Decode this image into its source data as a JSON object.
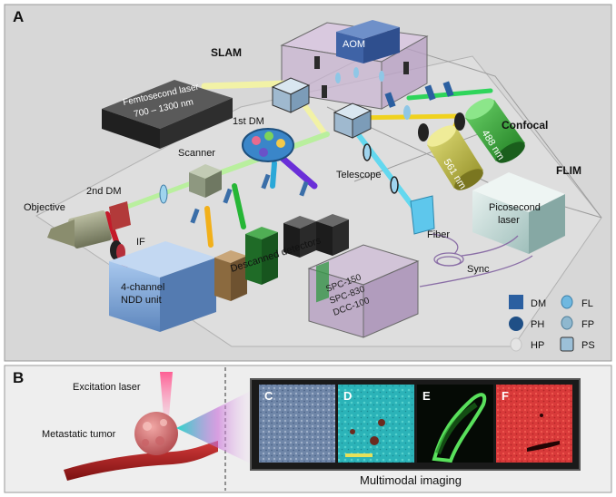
{
  "panel_a": {
    "letter": "A",
    "section_labels": {
      "slam": "SLAM",
      "confocal": "Confocal",
      "flim": "FLIM"
    },
    "components": {
      "aom": "AOM",
      "femto_line1": "Femtosecond laser",
      "femto_line2": "700 – 1300 nm",
      "first_dm": "1st DM",
      "scanner": "Scanner",
      "objective": "Objective",
      "second_dm": "2nd DM",
      "if_label": "IF",
      "ndd_line1": "4-channel",
      "ndd_line2": "NDD unit",
      "descanned": "Descanned detectors",
      "telescope": "Telescope",
      "laser_561": "561 nm",
      "laser_488": "488 nm",
      "pico_line1": "Picosecond",
      "pico_line2": "laser",
      "fiber": "Fiber",
      "sync": "Sync",
      "spc150": "SPC-150",
      "spc830": "SPC-830",
      "dcc100": "DCC-100"
    },
    "legend": [
      {
        "key": "dm",
        "label": "DM",
        "icon": "square-icon",
        "color": "#2b5fa0"
      },
      {
        "key": "fl",
        "label": "FL",
        "icon": "lens-icon",
        "color": "#6fb8e0"
      },
      {
        "key": "ph",
        "label": "PH",
        "icon": "circle-icon",
        "color": "#1f4f86"
      },
      {
        "key": "fp",
        "label": "FP",
        "icon": "lens-icon",
        "color": "#8fb8cf"
      },
      {
        "key": "hp",
        "label": "HP",
        "icon": "hp-icon",
        "color": "#e4e4e4"
      },
      {
        "key": "ps",
        "label": "PS",
        "icon": "prism-icon",
        "color": "#9cc0d8"
      }
    ]
  },
  "panel_b": {
    "letter": "B",
    "excitation": "Excitation laser",
    "tumor": "Metastatic tumor",
    "caption": "Multimodal imaging",
    "images": [
      {
        "letter": "C",
        "color": "#6f86a8"
      },
      {
        "letter": "D",
        "color": "#2bb3b8"
      },
      {
        "letter": "E",
        "color": "#1d7a1d"
      },
      {
        "letter": "F",
        "color": "#d93a3a"
      }
    ]
  }
}
